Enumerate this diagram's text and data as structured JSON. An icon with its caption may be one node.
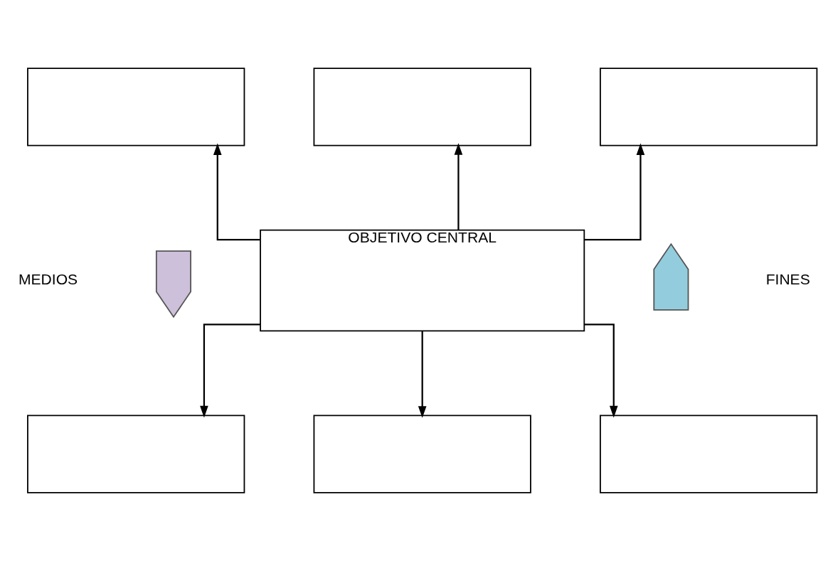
{
  "diagram": {
    "nodes": [
      {
        "text": [],
        "shape": "box"
      },
      {
        "text": [],
        "shape": "box"
      },
      {
        "text": [],
        "shape": "box"
      },
      {
        "text": [],
        "shape": "arrow"
      },
      {
        "text": [],
        "shape": "arrow"
      },
      {
        "text": [
          "OBJETIVO CENTRAL"
        ]
      },
      {
        "text": [],
        "shape": "box"
      },
      {
        "text": [],
        "shape": "box"
      },
      {
        "text": [],
        "shape": "box"
      }
    ],
    "edges": [
      {
        "from": 5,
        "to": 0,
        "arrow": "to"
      },
      {
        "from": 5,
        "to": 1,
        "arrow": "to"
      },
      {
        "from": 5,
        "to": 2,
        "arrow": "to"
      },
      {
        "from": 5,
        "to": 6,
        "arrow": "to"
      },
      {
        "from": 5,
        "to": 7,
        "arrow": "to"
      },
      {
        "from": 5,
        "to": 8,
        "arrow": "to"
      }
    ],
    "labels": [
      "MEDIOS",
      "FINES"
    ]
  }
}
